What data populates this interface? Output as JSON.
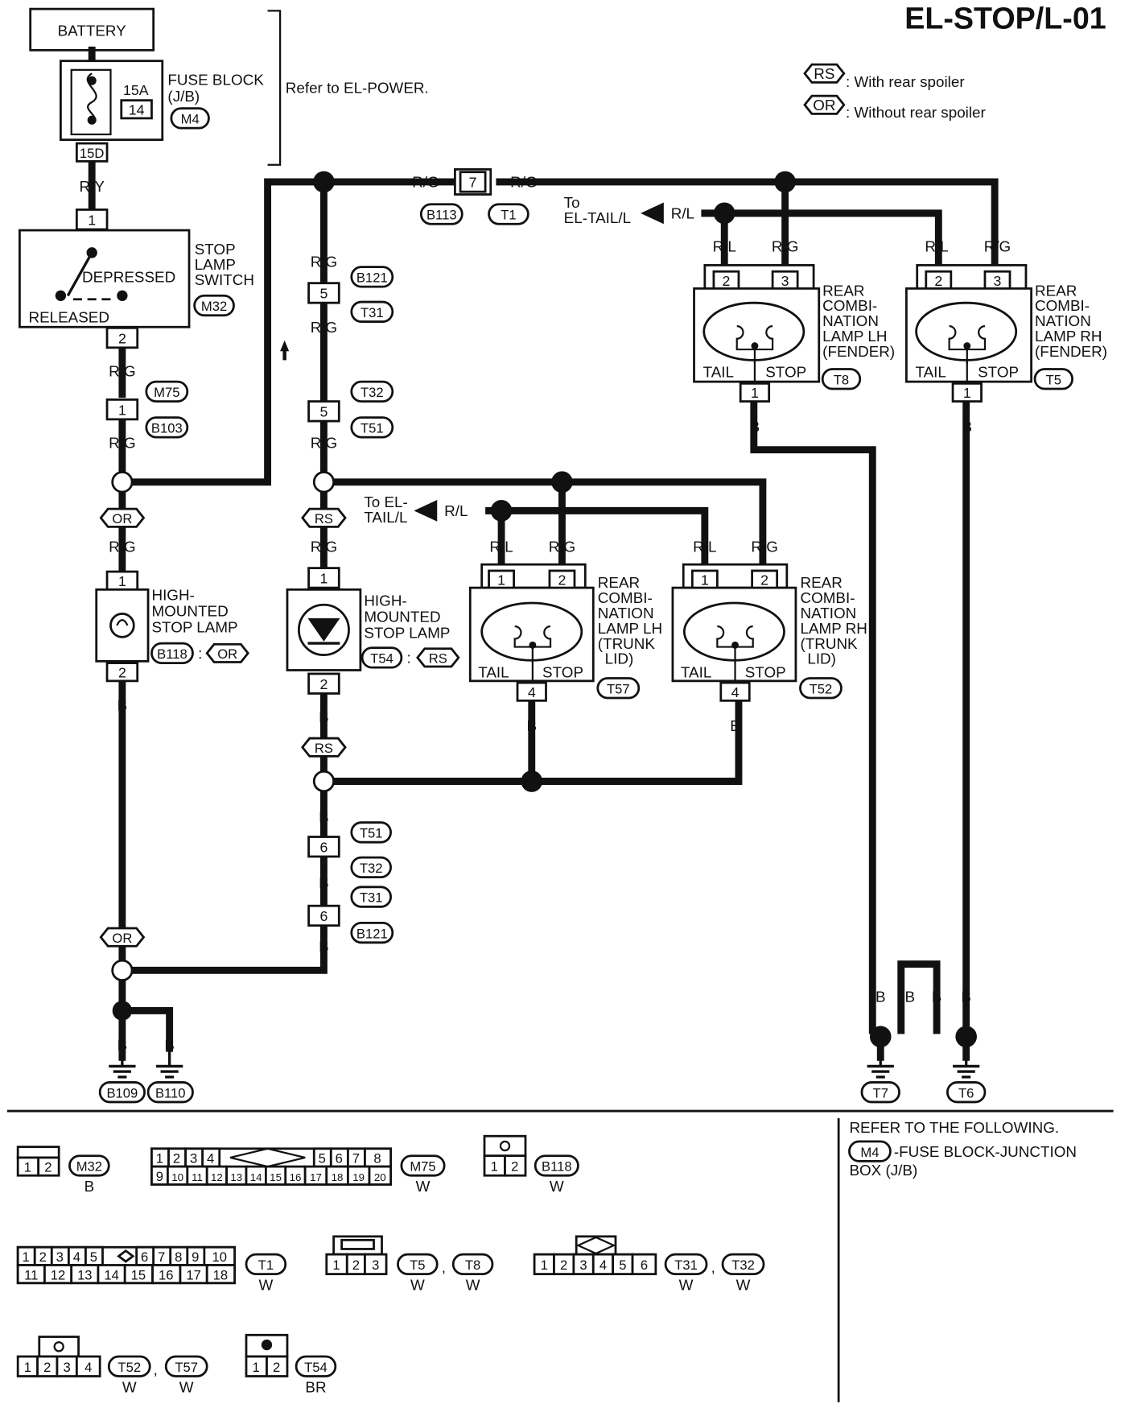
{
  "page_title": "EL-STOP/L-01",
  "legend": [
    {
      "code": "RS",
      "text": ": With rear spoiler"
    },
    {
      "code": "OR",
      "text": ": Without rear spoiler"
    }
  ],
  "battery": "BATTERY",
  "fuse_block": {
    "line1": "FUSE BLOCK",
    "line2": "(J/B)",
    "amp": "15A",
    "fuse_no": "14",
    "conn": "M4",
    "pin": "15D"
  },
  "refer_power": "Refer to EL-POWER.",
  "stop_switch": {
    "line1": "STOP",
    "line2": "LAMP",
    "line3": "SWITCH",
    "conn": "M32",
    "depressed": "DEPRESSED",
    "released": "RELEASED",
    "pin_in": "1",
    "pin_out": "2"
  },
  "wire_colors": {
    "ry": "R/Y",
    "rg": "R/G",
    "rl": "R/L",
    "b": "B"
  },
  "joint_m75": {
    "pin": "1",
    "conn_a": "M75",
    "conn_b": "B103"
  },
  "joint_b113": {
    "pin": "7",
    "conn_a": "B113",
    "conn_b": "T1"
  },
  "joint_b121": {
    "pin": "5",
    "conn_a": "B121",
    "conn_b": "T31"
  },
  "joint_t32": {
    "pin": "5",
    "conn_a": "T32",
    "conn_b": "T51"
  },
  "joint_b_t51": {
    "pin": "6",
    "conn_a": "T51",
    "conn_b": "T32"
  },
  "joint_b_t31": {
    "pin": "6",
    "conn_a": "T31",
    "conn_b": "B121"
  },
  "option_or": "OR",
  "option_rs": "RS",
  "to_tail_1": {
    "line1": "To",
    "line2": "EL-TAIL/L"
  },
  "to_tail_2": {
    "line1": "To EL-",
    "line2": "TAIL/L"
  },
  "hmsl_or": {
    "line1": "HIGH-",
    "line2": "MOUNTED",
    "line3": "STOP LAMP",
    "conn": "B118",
    "colon": ":",
    "pin1": "1",
    "pin2": "2"
  },
  "hmsl_rs": {
    "line1": "HIGH-",
    "line2": "MOUNTED",
    "line3": "STOP LAMP",
    "conn": "T54",
    "colon": ":",
    "pin1": "1",
    "pin2": "2"
  },
  "rcl_lh_fender": {
    "l1": "REAR",
    "l2": "COMBI-",
    "l3": "NATION",
    "l4": "LAMP LH",
    "l5": "(FENDER)",
    "conn": "T8",
    "tail": "TAIL",
    "stop": "STOP",
    "pin_a": "2",
    "pin_b": "3",
    "pin_g": "1"
  },
  "rcl_rh_fender": {
    "l1": "REAR",
    "l2": "COMBI-",
    "l3": "NATION",
    "l4": "LAMP RH",
    "l5": "(FENDER)",
    "conn": "T5",
    "tail": "TAIL",
    "stop": "STOP",
    "pin_a": "2",
    "pin_b": "3",
    "pin_g": "1"
  },
  "rcl_lh_trunk": {
    "l1": "REAR",
    "l2": "COMBI-",
    "l3": "NATION",
    "l4": "LAMP LH",
    "l5": "(TRUNK",
    "l6": "LID)",
    "conn": "T57",
    "tail": "TAIL",
    "stop": "STOP",
    "pin_a": "1",
    "pin_b": "2",
    "pin_g": "4"
  },
  "rcl_rh_trunk": {
    "l1": "REAR",
    "l2": "COMBI-",
    "l3": "NATION",
    "l4": "LAMP RH",
    "l5": "(TRUNK",
    "l6": "LID)",
    "conn": "T52",
    "tail": "TAIL",
    "stop": "STOP",
    "pin_a": "1",
    "pin_b": "2",
    "pin_g": "4"
  },
  "grounds": {
    "g1": "B109",
    "g2": "B110",
    "g3": "T7",
    "g4": "T6"
  },
  "refer_following": {
    "line1": "REFER TO THE FOLLOWING.",
    "conn": "M4",
    "line2": "-FUSE BLOCK-JUNCTION",
    "line3": "BOX (J/B)"
  },
  "connectors": {
    "m32": {
      "id": "M32",
      "color": "B",
      "pins": [
        "1",
        "2"
      ]
    },
    "m75": {
      "id": "M75",
      "color": "W",
      "top": [
        "1",
        "2",
        "3",
        "4",
        "5",
        "6",
        "7",
        "8"
      ],
      "bottom": [
        "9",
        "10",
        "11",
        "12",
        "13",
        "14",
        "15",
        "16",
        "17",
        "18",
        "19",
        "20"
      ]
    },
    "b118": {
      "id": "B118",
      "color": "W",
      "pins": [
        "1",
        "2"
      ]
    },
    "t1": {
      "id": "T1",
      "color": "W",
      "top": [
        "1",
        "2",
        "3",
        "4",
        "5",
        "6",
        "7",
        "8",
        "9",
        "10"
      ],
      "bottom": [
        "11",
        "12",
        "13",
        "14",
        "15",
        "16",
        "17",
        "18"
      ]
    },
    "t5t8": {
      "id1": "T5",
      "id2": "T8",
      "sep": ",",
      "color1": "W",
      "color2": "W",
      "pins": [
        "1",
        "2",
        "3"
      ]
    },
    "t31t32": {
      "id1": "T31",
      "id2": "T32",
      "sep": ",",
      "color1": "W",
      "color2": "W",
      "pins": [
        "1",
        "2",
        "3",
        "4",
        "5",
        "6"
      ]
    },
    "t52t57": {
      "id1": "T52",
      "id2": "T57",
      "sep": ",",
      "color1": "W",
      "color2": "W",
      "pins": [
        "1",
        "2",
        "3",
        "4"
      ]
    },
    "t54": {
      "id": "T54",
      "color": "BR",
      "pins": [
        "1",
        "2"
      ]
    }
  }
}
